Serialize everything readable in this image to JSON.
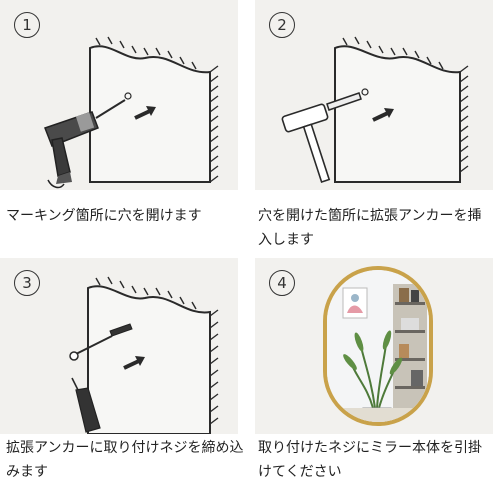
{
  "steps": [
    {
      "number": "1",
      "caption": "マーキング箇所に穴を開けます"
    },
    {
      "number": "2",
      "caption": "穴を開けた箇所に拡張アンカーを挿入します"
    },
    {
      "number": "3",
      "caption": "拡張アンカーに取り付けネジを締め込みます"
    },
    {
      "number": "4",
      "caption": "取り付けたネジにミラー本体を引掛けてください"
    }
  ],
  "colors": {
    "panel_bg": "#f2f1ee",
    "mirror_frame": "#c9a24a",
    "line": "#2a2a2a"
  }
}
